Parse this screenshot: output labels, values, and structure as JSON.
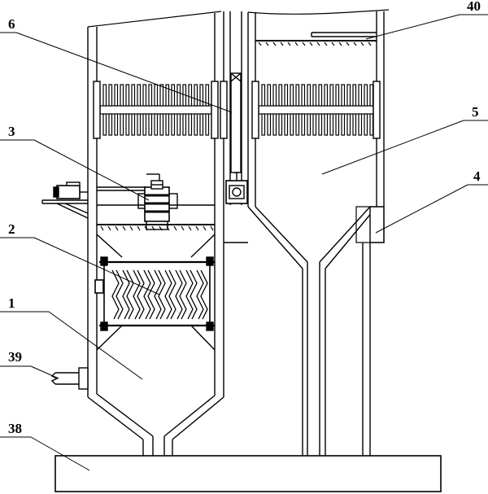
{
  "labels": {
    "l1": "1",
    "l2": "2",
    "l3": "3",
    "l4": "4",
    "l5": "5",
    "l6": "6",
    "l38": "38",
    "l39": "39",
    "l40": "40"
  }
}
